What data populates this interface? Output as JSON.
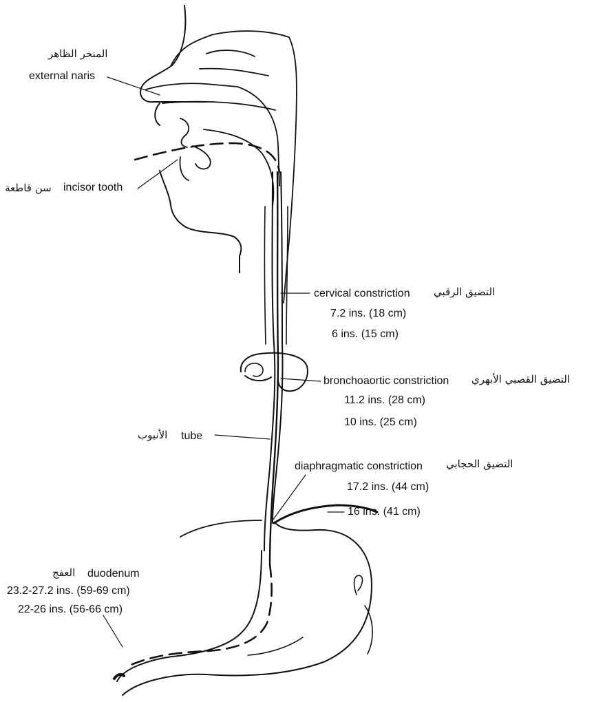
{
  "labels": {
    "naris_ar": "المنخر الظاهر",
    "naris_en": "external naris",
    "incisor_en": "incisor tooth",
    "incisor_ar": "سن قاطعة",
    "cervical_en": "cervical constriction",
    "cervical_ar": "التضيق الرقبي",
    "cervical_m1": "7.2 ins. (18 cm)",
    "cervical_m2": "6 ins. (15  cm)",
    "broncho_en": "bronchoaortic constriction",
    "broncho_ar": "التضيق القصبي الأبهري",
    "broncho_m1": "11.2 ins. (28 cm)",
    "broncho_m2": "10 ins. (25  cm)",
    "tube_ar": "الأنبوب",
    "tube_en": "tube",
    "diaph_en": "diaphragmatic constriction",
    "diaph_ar": "التضيق الحجابي",
    "diaph_m1": "17.2 ins. (44 cm)",
    "diaph_m2": "16 ins. (41 cm)",
    "duod_ar": "العفج",
    "duod_en": "duodenum",
    "duod_m1": "23.2-27.2 ins. (59-69 cm)",
    "duod_m2": "22-26 ins. (56-66 cm)"
  }
}
